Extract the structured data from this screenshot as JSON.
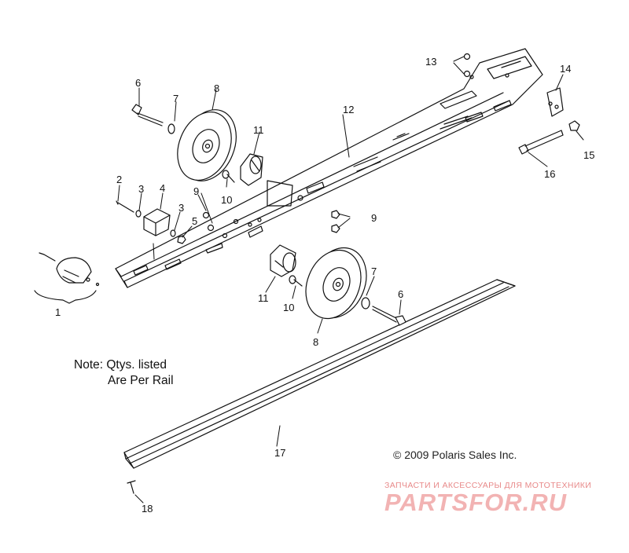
{
  "diagram": {
    "callouts": {
      "c1": "1",
      "c2": "2",
      "c3a": "3",
      "c3b": "3",
      "c4": "4",
      "c5": "5",
      "c6a": "6",
      "c6b": "6",
      "c7a": "7",
      "c7b": "7",
      "c8a": "8",
      "c8b": "8",
      "c9a": "9",
      "c9b": "9",
      "c10a": "10",
      "c10b": "10",
      "c11a": "11",
      "c11b": "11",
      "c12": "12",
      "c13": "13",
      "c14": "14",
      "c15": "15",
      "c16": "16",
      "c17": "17",
      "c18": "18"
    },
    "note_line1": "Note: Qtys. listed",
    "note_line2": "Are Per Rail",
    "copyright": "© 2009 Polaris Sales Inc.",
    "watermark_caption": "ЗАПЧАСТИ И АКСЕССУАРЫ ДЛЯ МОТОТЕХНИКИ",
    "watermark_logo": "PARTSFOR.RU"
  },
  "colors": {
    "line": "#111111",
    "watermark_caption": "#e88a8a",
    "watermark_logo": "#f2b3b3"
  }
}
